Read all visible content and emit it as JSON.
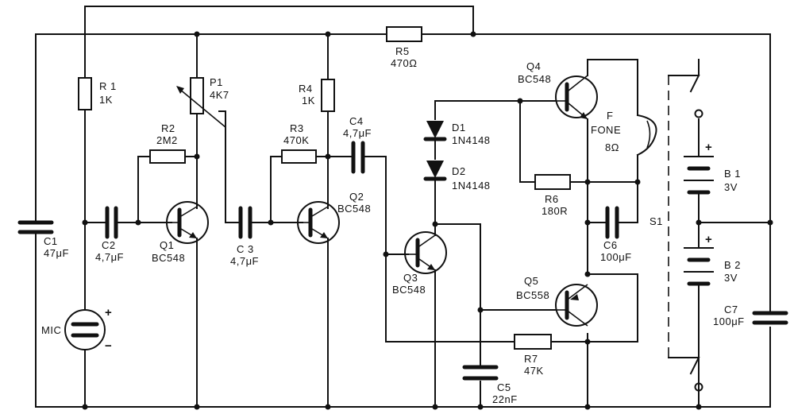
{
  "components": {
    "R1": {
      "ref": "R 1",
      "value": "1K"
    },
    "R2": {
      "ref": "R2",
      "value": "2M2"
    },
    "P1": {
      "ref": "P1",
      "value": "4K7"
    },
    "R3": {
      "ref": "R3",
      "value": "470K"
    },
    "R4": {
      "ref": "R4",
      "value": "1K"
    },
    "R5": {
      "ref": "R5",
      "value": "470Ω"
    },
    "R6": {
      "ref": "R6",
      "value": "180R"
    },
    "R7": {
      "ref": "R7",
      "value": "47K"
    },
    "C1": {
      "ref": "C1",
      "value": "47μF"
    },
    "C2": {
      "ref": "C2",
      "value": "4,7μF"
    },
    "C3": {
      "ref": "C 3",
      "value": "4,7μF"
    },
    "C4": {
      "ref": "C4",
      "value": "4,7μF"
    },
    "C5": {
      "ref": "C5",
      "value": "22nF"
    },
    "C6": {
      "ref": "C6",
      "value": "100μF"
    },
    "C7": {
      "ref": "C7",
      "value": "100μF"
    },
    "D1": {
      "ref": "D1",
      "value": "1N4148"
    },
    "D2": {
      "ref": "D2",
      "value": "1N4148"
    },
    "Q1": {
      "ref": "Q1",
      "value": "BC548"
    },
    "Q2": {
      "ref": "Q2",
      "value": "BC548"
    },
    "Q3": {
      "ref": "Q3",
      "value": "BC548"
    },
    "Q4": {
      "ref": "Q4",
      "value": "BC548"
    },
    "Q5": {
      "ref": "Q5",
      "value": "BC558"
    },
    "MIC": {
      "ref": "MIC"
    },
    "F": {
      "ref": "F",
      "name": "FONE",
      "value": "8Ω"
    },
    "B1": {
      "ref": "B 1",
      "value": "3V"
    },
    "B2": {
      "ref": "B 2",
      "value": "3V"
    },
    "S1": {
      "ref": "S1"
    }
  },
  "symbols": {
    "plus": "+",
    "minus": "−"
  }
}
